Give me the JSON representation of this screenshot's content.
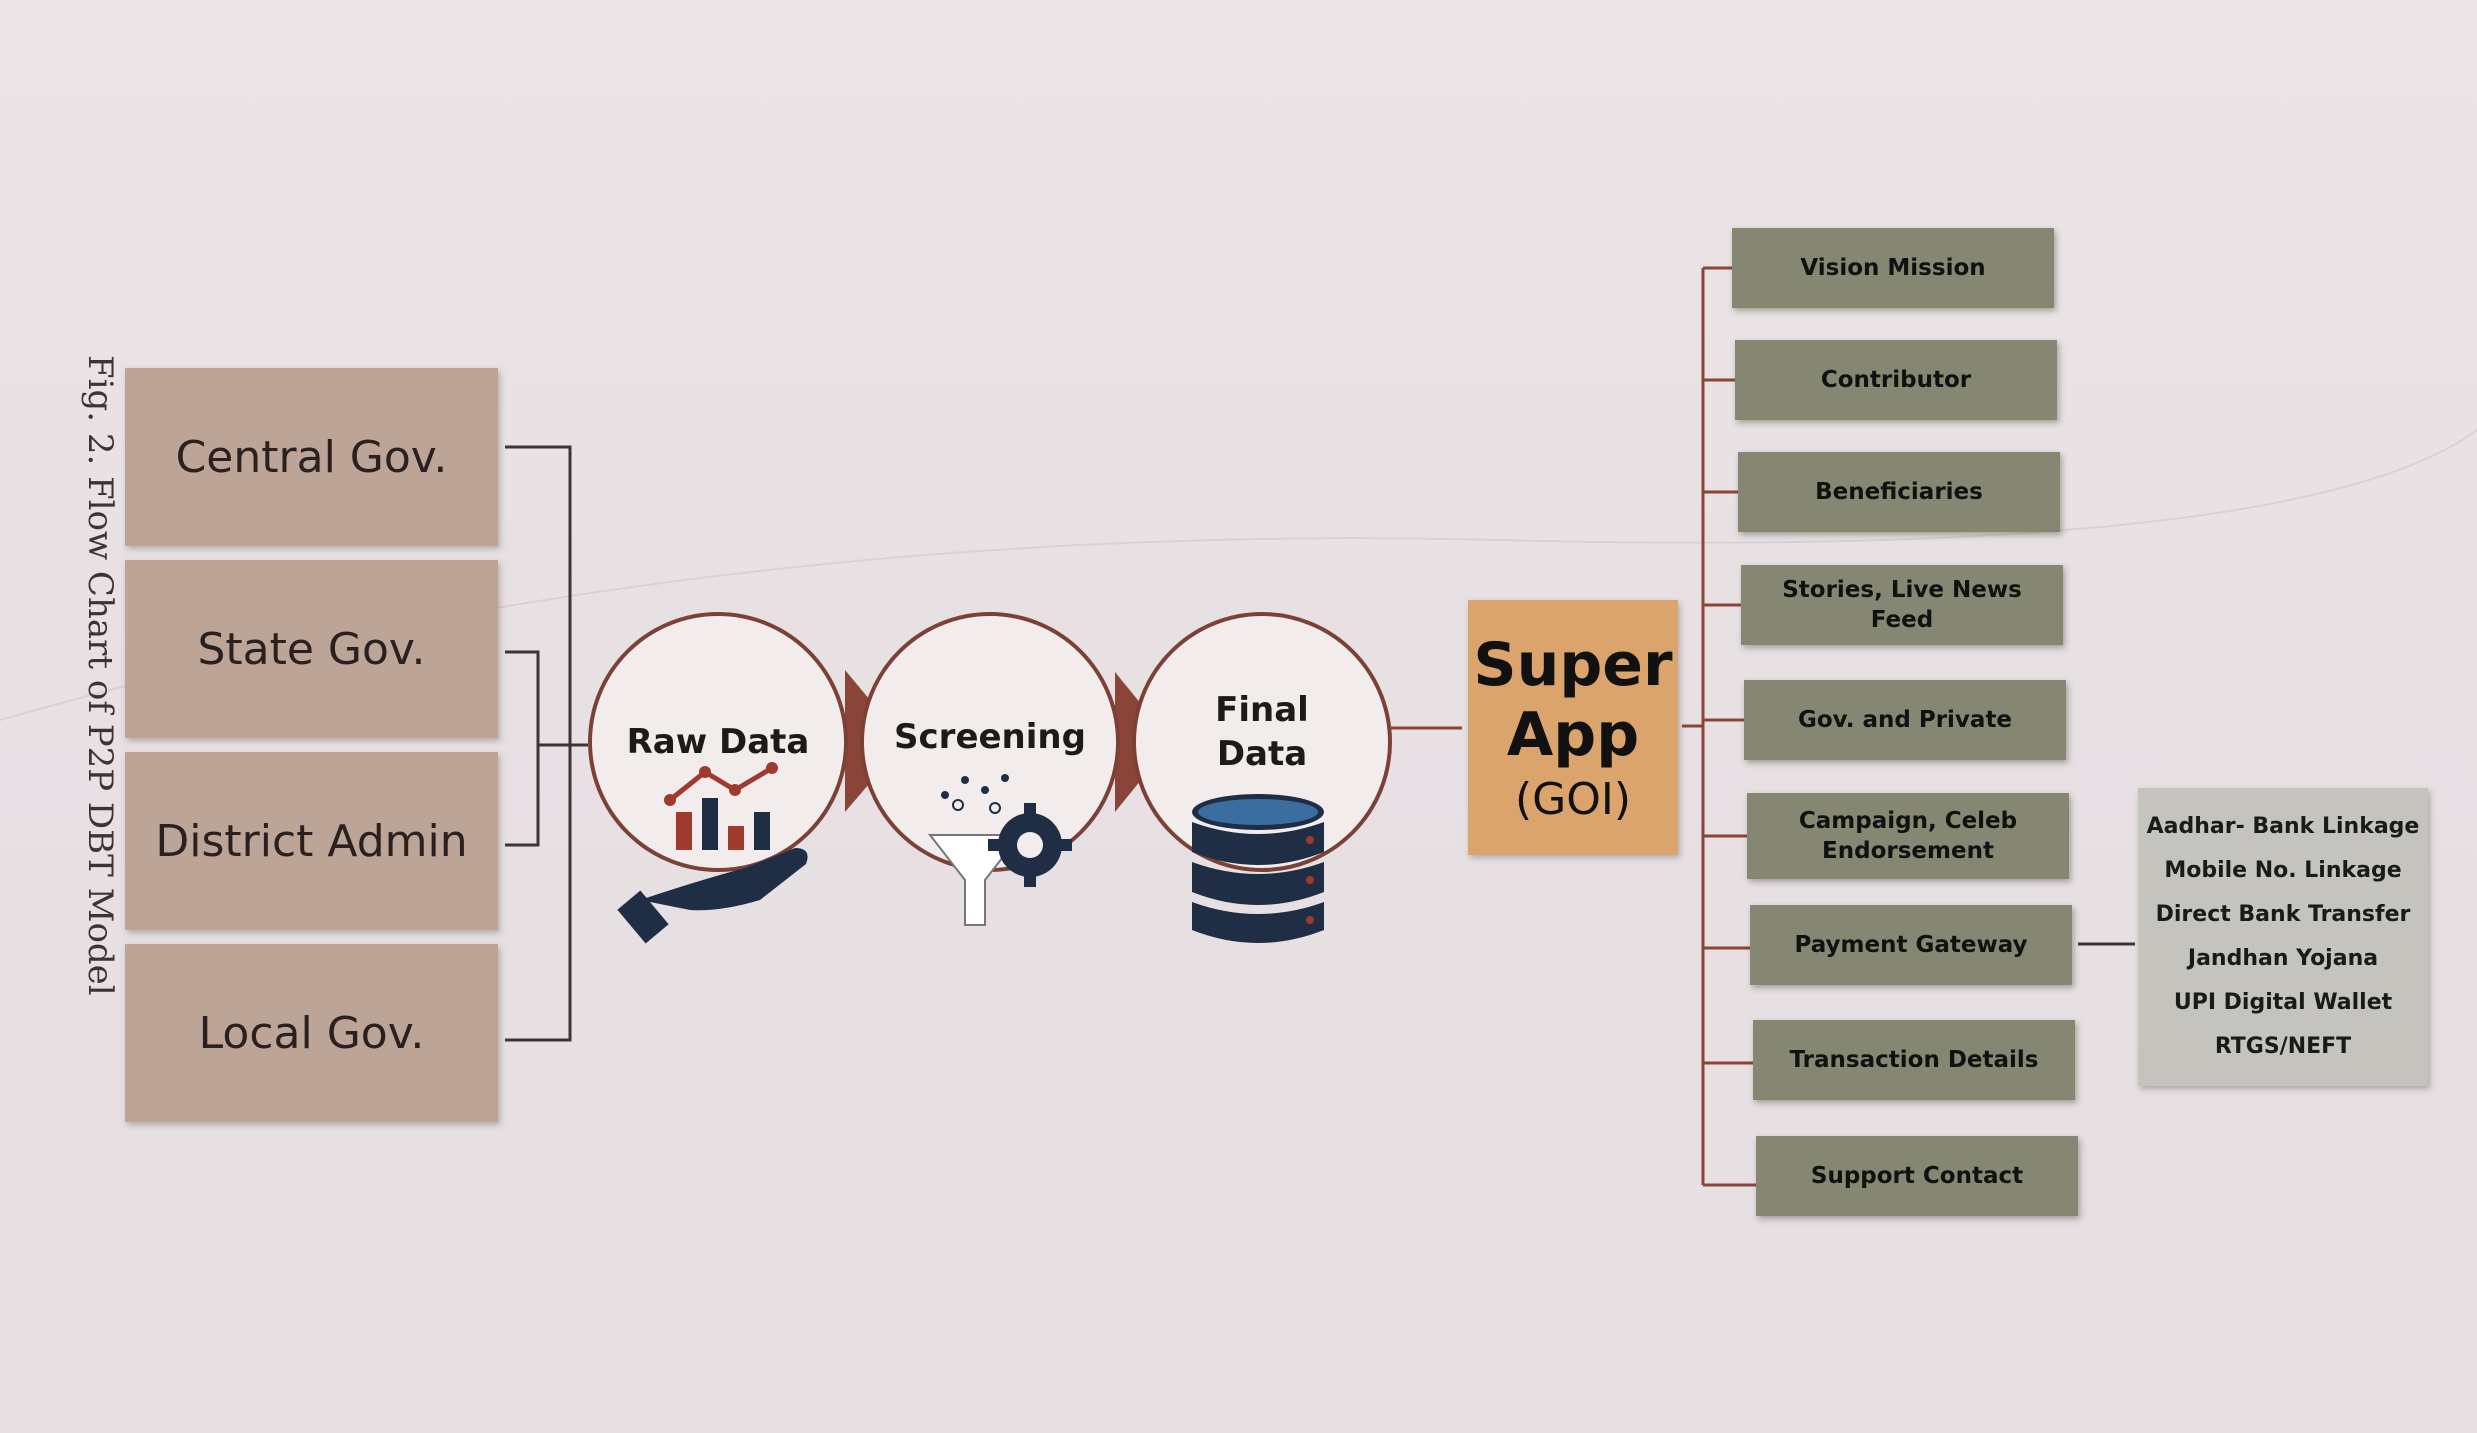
{
  "caption": "Fig. 2. Flow Chart of P2P DBT Model",
  "sources": [
    {
      "id": "central",
      "label": "Central Gov."
    },
    {
      "id": "state",
      "label": "State Gov."
    },
    {
      "id": "district",
      "label": "District Admin"
    },
    {
      "id": "local",
      "label": "Local Gov."
    }
  ],
  "stages": {
    "raw": "Raw Data",
    "screening": "Screening",
    "final_line1": "Final",
    "final_line2": "Data"
  },
  "super_app": {
    "title": "Super App",
    "subtitle": "(GOI)"
  },
  "features": [
    {
      "id": "vision",
      "label": "Vision Mission"
    },
    {
      "id": "contributor",
      "label": "Contributor"
    },
    {
      "id": "beneficiaries",
      "label": "Beneficiaries"
    },
    {
      "id": "stories",
      "label": "Stories, Live News Feed"
    },
    {
      "id": "gov-private",
      "label": "Gov. and Private"
    },
    {
      "id": "campaign",
      "label": "Campaign, Celeb Endorsement"
    },
    {
      "id": "payment",
      "label": "Payment Gateway"
    },
    {
      "id": "transaction",
      "label": "Transaction Details"
    },
    {
      "id": "support",
      "label": "Support Contact"
    }
  ],
  "payment_methods": [
    "Aadhar- Bank Linkage",
    "Mobile No. Linkage",
    "Direct Bank Transfer",
    "Jandhan Yojana",
    "UPI Digital Wallet",
    "RTGS/NEFT"
  ],
  "colors": {
    "source_box": "#bca497",
    "feature_box": "#858772",
    "super_box": "#dba46c",
    "payment_box": "#c4c3bd",
    "connector": "#5a4a4a",
    "circle_stroke": "#8a4a40",
    "icon_navy": "#1f2e45",
    "icon_red": "#a03a2e"
  }
}
